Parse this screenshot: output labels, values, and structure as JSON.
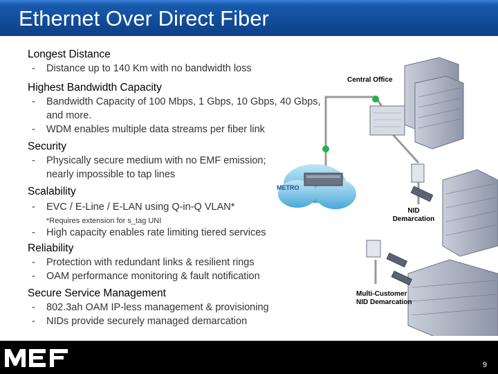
{
  "slide": {
    "title": "Ethernet Over Direct Fiber",
    "page_number": "9",
    "logo_text": "MEF"
  },
  "sections": [
    {
      "heading": "Longest Distance",
      "bullets": [
        "Distance up to 140 Km with no bandwidth loss"
      ]
    },
    {
      "heading": "Highest Bandwidth Capacity",
      "bullets": [
        "Bandwidth Capacity of 100 Mbps, 1 Gbps, 10 Gbps, 40 Gbps, and more.",
        "WDM enables multiple data streams per fiber link"
      ]
    },
    {
      "heading": "Security",
      "bullets": [
        "Physically secure medium with no EMF emission; nearly impossible to tap lines"
      ]
    },
    {
      "heading": "Scalability",
      "bullets": [
        "EVC / E-Line / E-LAN using Q-in-Q VLAN*"
      ],
      "note": "*Requires extension for s_tag UNI",
      "bullets_after": [
        "High capacity enables rate limiting tiered services"
      ]
    },
    {
      "heading": "Reliability",
      "bullets": [
        "Protection with redundant links & resilient rings",
        "OAM performance monitoring & fault notification"
      ]
    },
    {
      "heading": "Secure Service Management",
      "bullets": [
        "802.3ah OAM IP-less management & provisioning",
        "NIDs provide securely managed demarcation"
      ]
    }
  ],
  "diagram": {
    "labels": {
      "central_office": "Central Office",
      "metro": "METRO",
      "nid_line1": "NID",
      "nid_line2": "Demarcation",
      "multi_line1": "Multi-Customer",
      "multi_line2": "NID Demarcation"
    }
  },
  "colors": {
    "title_bar": "#1a5fb4",
    "footer": "#000000",
    "fiber_link": "#9a9a9a",
    "node_dot": "#22b34a"
  }
}
